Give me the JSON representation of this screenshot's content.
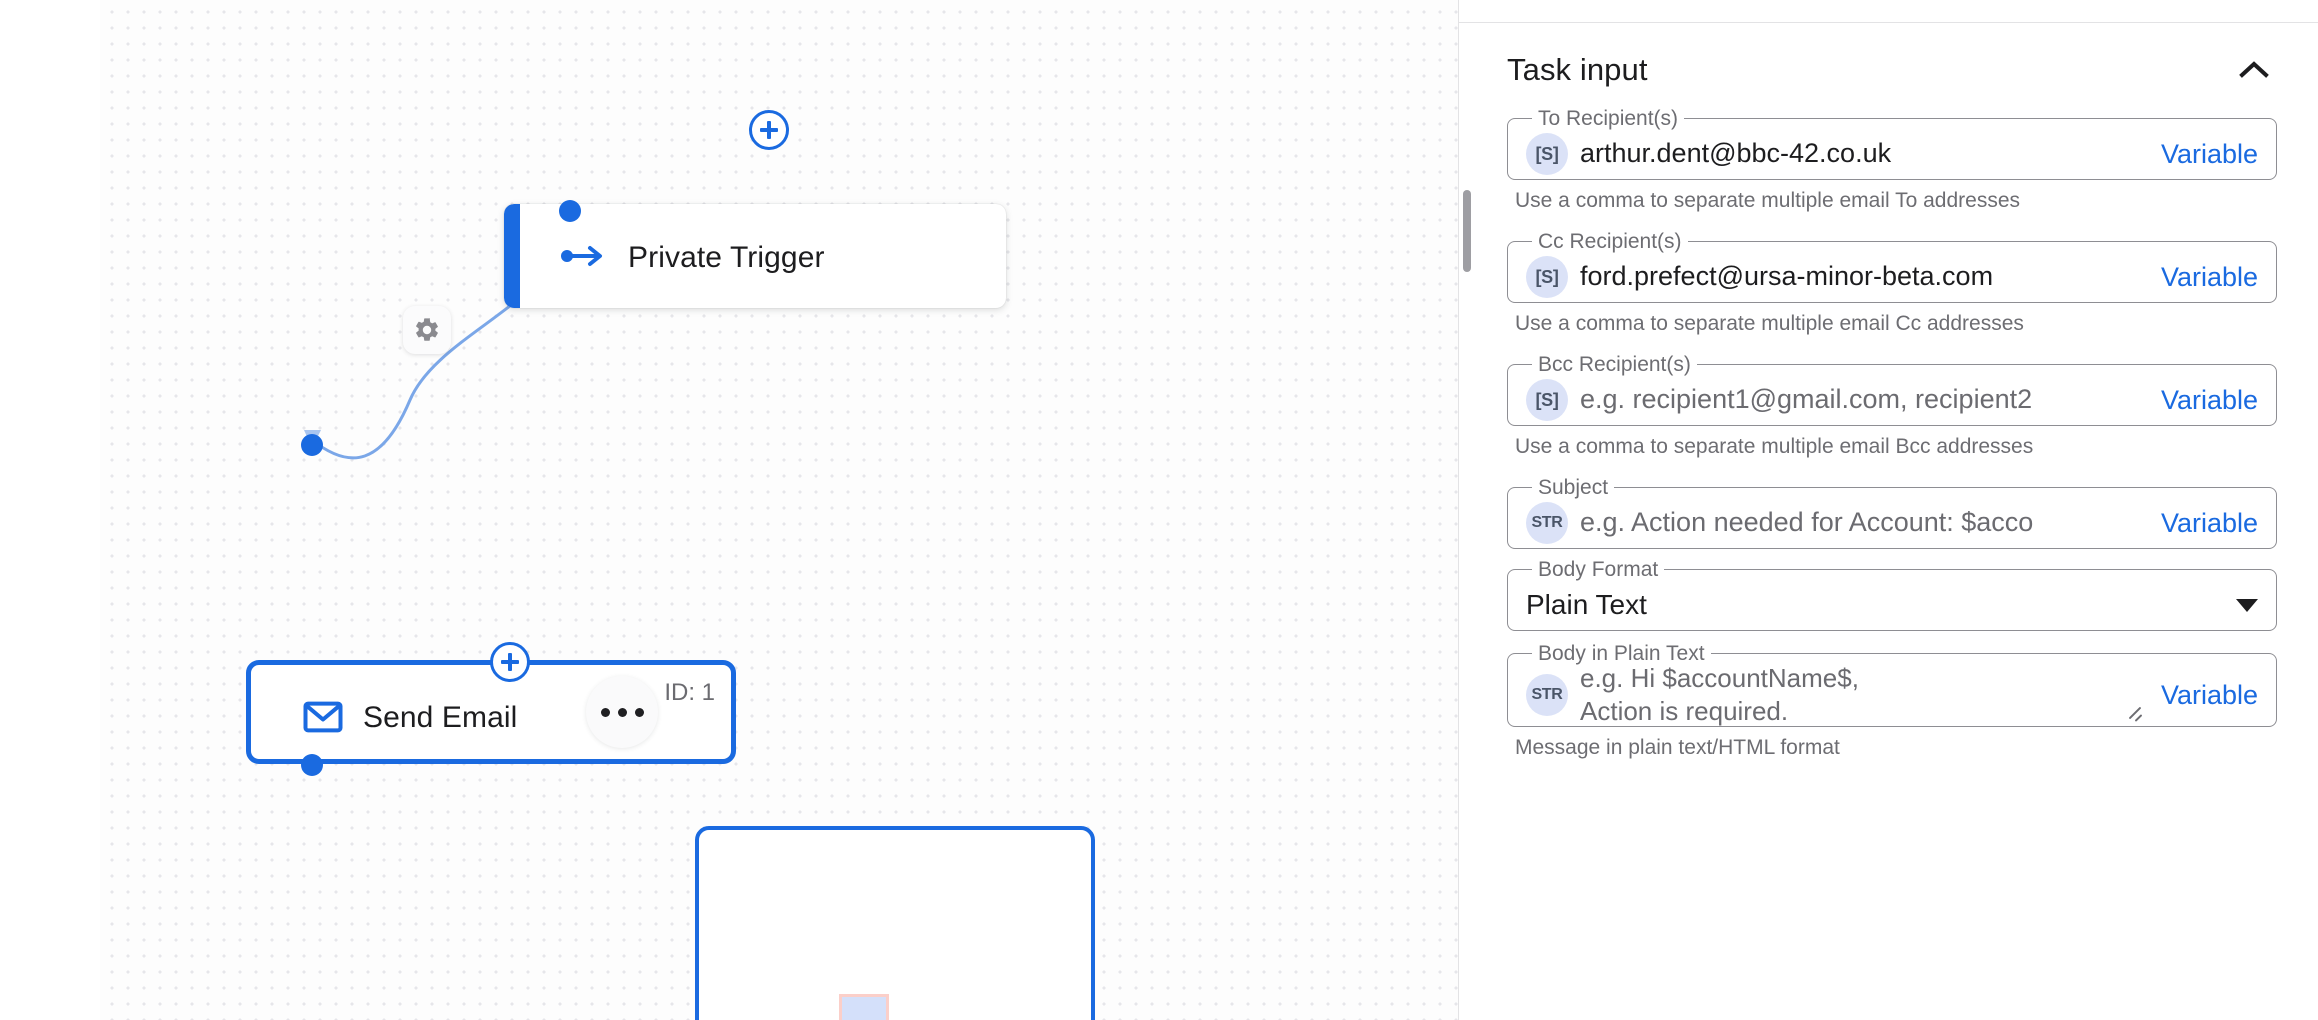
{
  "canvas": {
    "nodes": [
      {
        "id": "private-trigger",
        "label": "Private Trigger",
        "icon": "trigger-arrow-icon",
        "id_label": ""
      },
      {
        "id": "send-email",
        "label": "Send Email",
        "icon": "envelope-icon",
        "id_label": "ID: 1"
      }
    ],
    "edge_gear_icon": "gear-icon",
    "add_node_icon": "plus-circle-icon",
    "more_menu_icon": "ellipsis-icon"
  },
  "panel": {
    "title": "Task input",
    "collapse_icon": "chevron-up-icon",
    "variable_label": "Variable",
    "fields": [
      {
        "label": "To Recipient(s)",
        "badge": "[S]",
        "value": "arthur.dent@bbc-42.co.uk",
        "is_placeholder": false,
        "helper": "Use a comma to separate multiple email To addresses",
        "action": "Variable"
      },
      {
        "label": "Cc Recipient(s)",
        "badge": "[S]",
        "value": "ford.prefect@ursa-minor-beta.com",
        "is_placeholder": false,
        "helper": "Use a comma to separate multiple email Cc addresses",
        "action": "Variable"
      },
      {
        "label": "Bcc Recipient(s)",
        "badge": "[S]",
        "value": "e.g. recipient1@gmail.com, recipient2",
        "is_placeholder": true,
        "helper": "Use a comma to separate multiple email Bcc addresses",
        "action": "Variable"
      },
      {
        "label": "Subject",
        "badge": "STR",
        "value": "e.g. Action needed for Account: $acco",
        "is_placeholder": true,
        "helper": "",
        "action": "Variable"
      }
    ],
    "body_format": {
      "label": "Body Format",
      "value": "Plain Text",
      "caret_icon": "caret-down-icon"
    },
    "body_text": {
      "label": "Body in Plain Text",
      "badge": "STR",
      "value": "e.g. Hi $accountName$,\nAction is required.",
      "helper": "Message in plain text/HTML format",
      "action": "Variable",
      "resize_icon": "resize-grip-icon"
    }
  },
  "colors": {
    "accent": "#1a6ae0",
    "edge": "#7ba7e8",
    "badge_bg": "#dbe2f7"
  }
}
